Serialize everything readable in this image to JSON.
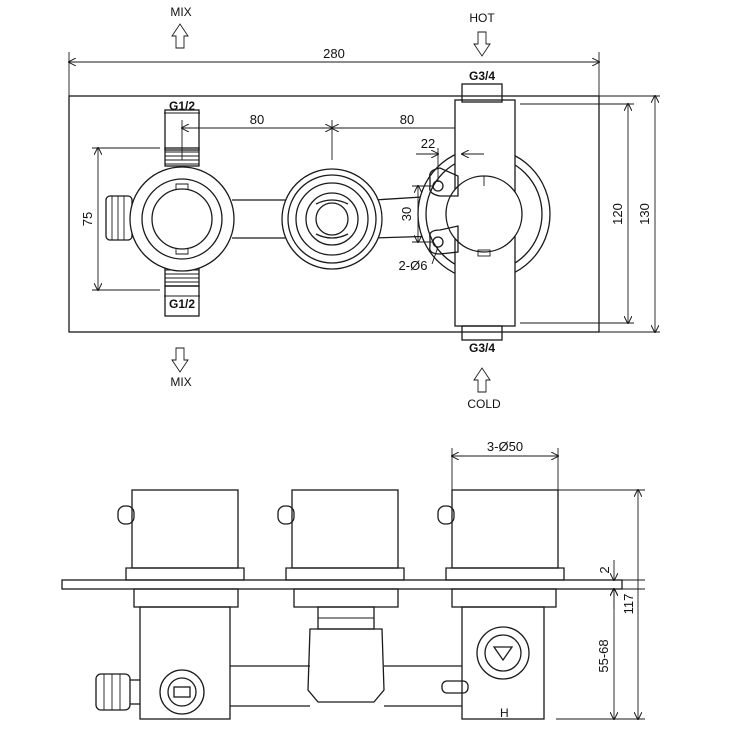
{
  "top_view": {
    "labels": {
      "mix_top": "MIX",
      "mix_bottom": "MIX",
      "hot": "HOT",
      "cold": "COLD",
      "g34_top": "G3/4",
      "g34_bottom": "G3/4",
      "g12_top": "G1/2",
      "g12_bottom": "G1/2",
      "holes": "2-Ø6"
    },
    "dimensions": {
      "overall_width": "280",
      "spacing_left": "80",
      "spacing_right": "80",
      "hole_offset": "22",
      "hole_spacing": "30",
      "left_outlet": "75",
      "plate_inner_height": "120",
      "plate_height": "130"
    }
  },
  "side_view": {
    "labels": {
      "handles": "3-Ø50"
    },
    "dimensions": {
      "plate_thickness": "2",
      "total_depth": "117",
      "body_depth": "55-68"
    }
  }
}
